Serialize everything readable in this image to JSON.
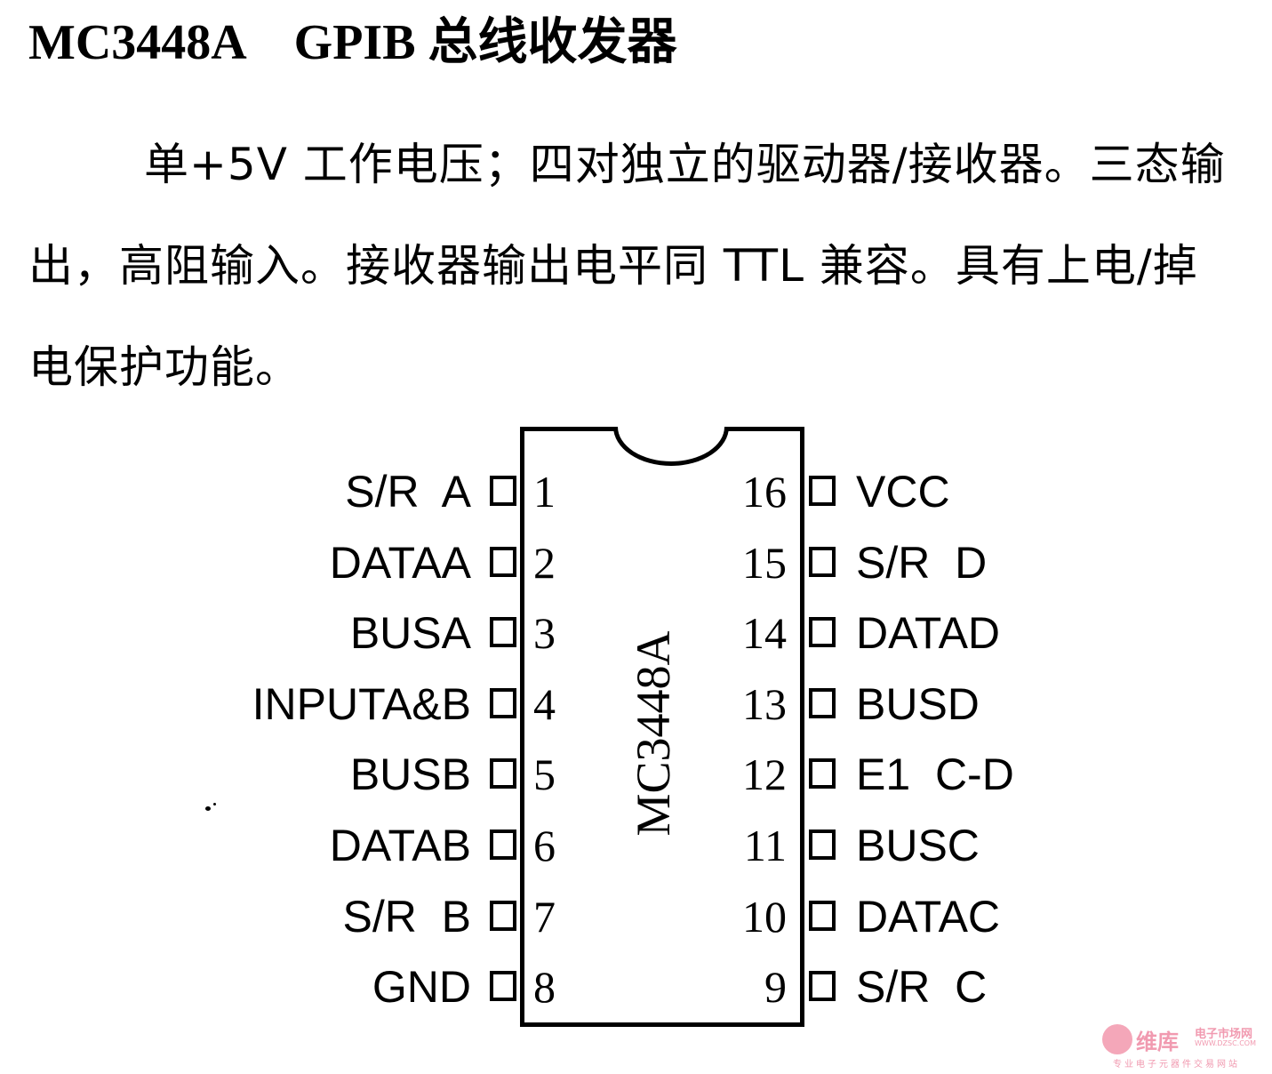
{
  "title": "MC3448A    GPIB 总线收发器",
  "description": "单+5V 工作电压；四对独立的驱动器/接收器。三态输出，高阻输入。接收器输出电平同 TTL 兼容。具有上电/掉电保护功能。",
  "chip": {
    "part_label": "MC3448A",
    "left_pins": [
      {
        "num": "1",
        "name": "S/R  A"
      },
      {
        "num": "2",
        "name": "DATAA"
      },
      {
        "num": "3",
        "name": "BUSA"
      },
      {
        "num": "4",
        "name": "INPUTA&B"
      },
      {
        "num": "5",
        "name": "BUSB"
      },
      {
        "num": "6",
        "name": "DATAB"
      },
      {
        "num": "7",
        "name": "S/R  B"
      },
      {
        "num": "8",
        "name": "GND"
      }
    ],
    "right_pins": [
      {
        "num": "16",
        "name": "VCC"
      },
      {
        "num": "15",
        "name": "S/R  D"
      },
      {
        "num": "14",
        "name": "DATAD"
      },
      {
        "num": "13",
        "name": "BUSD"
      },
      {
        "num": "12",
        "name": "E1  C-D"
      },
      {
        "num": "11",
        "name": "BUSC"
      },
      {
        "num": "10",
        "name": "DATAC"
      },
      {
        "num": "9",
        "name": "S/R  C"
      }
    ]
  },
  "watermark": {
    "brand": "维库",
    "site": "电子市场网",
    "url": "WWW.DZSC.COM",
    "slogan": "专业电子元器件交易网站",
    "color": "#f19ab0"
  }
}
